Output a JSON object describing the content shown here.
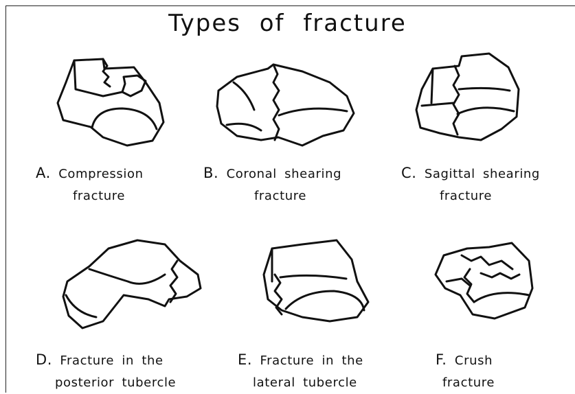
{
  "title": "Types of fracture",
  "panels": [
    {
      "letter": "A.",
      "line1": "Compression",
      "line2": "fracture"
    },
    {
      "letter": "B.",
      "line1": "Coronal shearing",
      "line2": "fracture"
    },
    {
      "letter": "C.",
      "line1": "Sagittal shearing",
      "line2": "fracture"
    },
    {
      "letter": "D.",
      "line1": "Fracture in the",
      "line2": "posterior tubercle"
    },
    {
      "letter": "E.",
      "line1": "Fracture in the",
      "line2": "lateral tubercle"
    },
    {
      "letter": "F.",
      "line1": "Crush",
      "line2": "fracture"
    }
  ]
}
